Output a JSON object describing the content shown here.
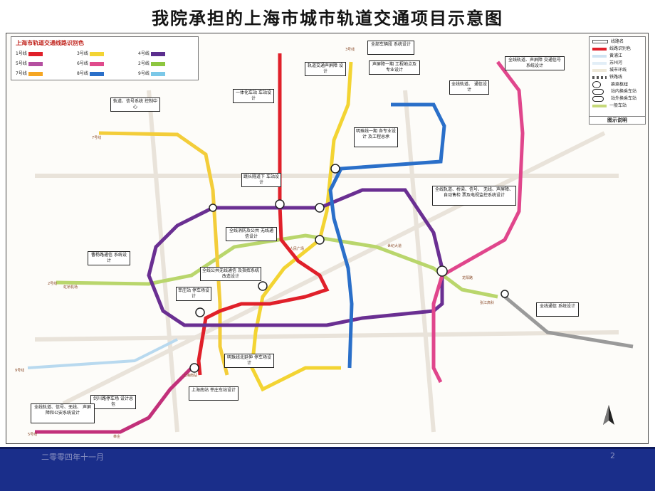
{
  "title": "我院承担的上海市城市轨道交通项目示意图",
  "legend": {
    "title": "上海市轨道交通线路识别色",
    "items": [
      {
        "label": "1号线",
        "color": "#e0202a"
      },
      {
        "label": "3号线",
        "color": "#f3d433"
      },
      {
        "label": "4号线",
        "color": "#5b2e8e"
      },
      {
        "label": "5号线",
        "color": "#b44fa0"
      },
      {
        "label": "6号线",
        "color": "#e04a8c"
      },
      {
        "label": "2号线",
        "color": "#8dc63f"
      },
      {
        "label": "7号线",
        "color": "#f5a623"
      },
      {
        "label": "8号线",
        "color": "#2a6fc9"
      },
      {
        "label": "9号线",
        "color": "#7bc8e8"
      }
    ]
  },
  "key": {
    "items": [
      "线路名",
      "线路识别色",
      "黄浦江",
      "苏州河",
      "城市环线",
      "铁路线",
      "换乘枢纽",
      "站内换乘车站",
      "站外换乘车站",
      "一般车站"
    ],
    "footer": "图示说明"
  },
  "callouts": [
    "全部车辆段 系统设计",
    "轨道交通声屏障 设计",
    "声屏障一期 工程地点及专业设计",
    "一体化车站 车站设计",
    "轨道、信号系统 控制中心",
    "全线轨道、 通信设计",
    "全线轨道、声屏障 交通信号系统设计",
    "明珠线一期 各专业设计 及工程总承",
    "跳长隧道下 车站设计",
    "全线轨道、桥梁、信号、 无线、声屏障、自动售检 票及电视监控系统设计",
    "全线消防及公共 无线通信设计",
    "曹杨路通信 系统设计",
    "全线公共无线通信 及指挥系统改造设计",
    "莘庄站 停车场设计",
    "全线通信 系统设计",
    "明珠线北延伸 停车场设计",
    "上海南站 莘庄车站设计",
    "剑川路停车场 设计总包",
    "全线轨道、信号、无线、 声屏障和公安系统设计"
  ],
  "map_labels": [
    "7号线",
    "9号线",
    "5号线",
    "2号线",
    "3号线",
    "张江高科",
    "龙阳路",
    "虹桥机场",
    "人民广场",
    "上海南站",
    "莘庄",
    "世纪大道"
  ],
  "footer": {
    "date": "二零零四年十一月",
    "page": "2"
  }
}
